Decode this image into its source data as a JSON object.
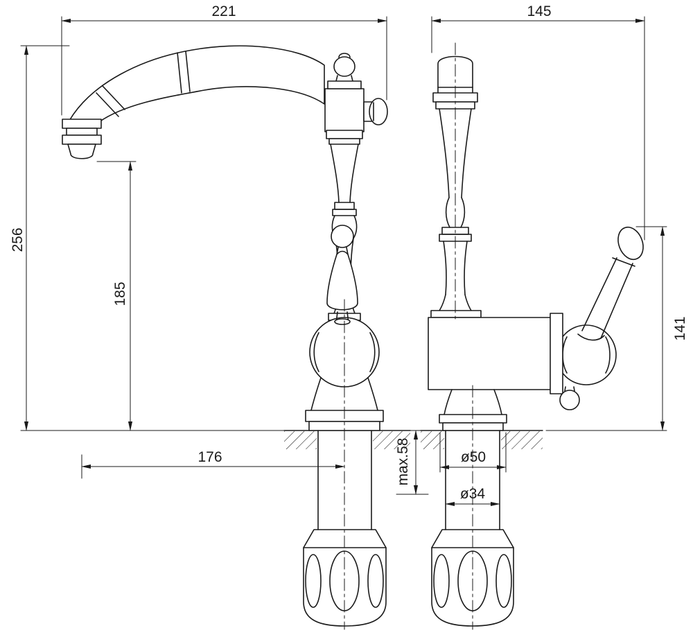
{
  "page": {
    "background": "#ffffff",
    "line_color": "#1a1a1a"
  },
  "drawing": {
    "views": {
      "front": {
        "dims": {
          "spout_reach": "221",
          "overall_height": "256",
          "outlet_height": "185",
          "outlet_to_axis": "176",
          "max_deck_thickness": "max.58"
        }
      },
      "side": {
        "dims": {
          "depth": "145",
          "knob_height": "141",
          "base_diameter": "ø50",
          "shank_diameter": "ø34"
        }
      }
    }
  }
}
